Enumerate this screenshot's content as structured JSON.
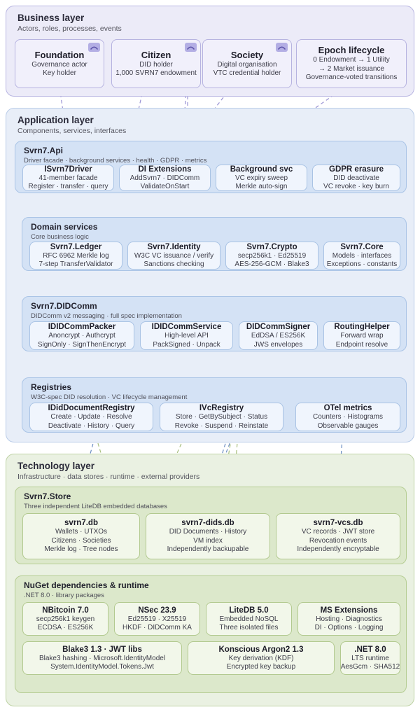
{
  "diagram": {
    "colors": {
      "business_bg": "#ecebf8",
      "business_border": "#b9b6e2",
      "application_bg": "#e8eef8",
      "application_border": "#b9cce8",
      "technology_bg": "#eaf1e2",
      "technology_border": "#bfd3a6",
      "arrow_blue": "#6d8fc4",
      "arrow_purple": "#9a93d4",
      "arrow_green": "#a8bf7e"
    }
  },
  "business_layer": {
    "title": "Business layer",
    "subtitle": "Actors, roles, processes, events",
    "cards": [
      {
        "title": "Foundation",
        "lines": [
          "Governance actor",
          "Key holder"
        ],
        "icon": "arc-icon"
      },
      {
        "title": "Citizen",
        "lines": [
          "DID holder",
          "1,000 SVRN7 endowment"
        ],
        "icon": "arc-icon"
      },
      {
        "title": "Society",
        "lines": [
          "Digital organisation",
          "VTC credential holder"
        ],
        "icon": "arc-icon"
      },
      {
        "title": "Epoch lifecycle",
        "lines": [
          "0 Endowment → 1 Utility",
          "→ 2 Market issuance",
          "Governance-voted transitions"
        ],
        "icon": ""
      }
    ]
  },
  "application_layer": {
    "title": "Application layer",
    "subtitle": "Components, services, interfaces",
    "groups": [
      {
        "title": "Svrn7.Api",
        "subtitle": "Driver facade · background services · health · GDPR · metrics",
        "cards": [
          {
            "title": "ISvrn7Driver",
            "lines": [
              "41-member facade",
              "Register · transfer · query"
            ]
          },
          {
            "title": "DI Extensions",
            "lines": [
              "AddSvrn7 · DIDComm",
              "ValidateOnStart"
            ]
          },
          {
            "title": "Background svc",
            "lines": [
              "VC expiry sweep",
              "Merkle auto-sign"
            ]
          },
          {
            "title": "GDPR erasure",
            "lines": [
              "DID deactivate",
              "VC revoke · key burn"
            ]
          }
        ]
      },
      {
        "title": "Domain services",
        "subtitle": "Core business logic",
        "cards": [
          {
            "title": "Svrn7.Ledger",
            "lines": [
              "RFC 6962 Merkle log",
              "7-step TransferValidator"
            ]
          },
          {
            "title": "Svrn7.Identity",
            "lines": [
              "W3C VC issuance / verify",
              "Sanctions checking"
            ]
          },
          {
            "title": "Svrn7.Crypto",
            "lines": [
              "secp256k1 · Ed25519",
              "AES-256-GCM · Blake3"
            ]
          },
          {
            "title": "Svrn7.Core",
            "lines": [
              "Models · interfaces",
              "Exceptions · constants"
            ]
          }
        ]
      },
      {
        "title": "Svrn7.DIDComm",
        "subtitle": "DIDComm v2 messaging · full spec implementation",
        "cards": [
          {
            "title": "IDIDCommPacker",
            "lines": [
              "Anoncrypt · Authcrypt",
              "SignOnly · SignThenEncrypt"
            ]
          },
          {
            "title": "IDIDCommService",
            "lines": [
              "High-level API",
              "PackSigned · Unpack"
            ]
          },
          {
            "title": "DIDCommSigner",
            "lines": [
              "EdDSA / ES256K",
              "JWS envelopes"
            ]
          },
          {
            "title": "RoutingHelper",
            "lines": [
              "Forward wrap",
              "Endpoint resolve"
            ]
          }
        ]
      },
      {
        "title": "Registries",
        "subtitle": "W3C-spec DID resolution · VC lifecycle management",
        "cards": [
          {
            "title": "IDidDocumentRegistry",
            "lines": [
              "Create · Update · Resolve",
              "Deactivate · History · Query"
            ]
          },
          {
            "title": "IVcRegistry",
            "lines": [
              "Store · GetBySubject · Status",
              "Revoke · Suspend · Reinstate"
            ]
          },
          {
            "title": "OTel metrics",
            "lines": [
              "Counters · Histograms",
              "Observable gauges"
            ]
          }
        ]
      }
    ]
  },
  "technology_layer": {
    "title": "Technology layer",
    "subtitle": "Infrastructure · data stores · runtime · external providers",
    "groups": [
      {
        "title": "Svrn7.Store",
        "subtitle": "Three independent LiteDB embedded databases",
        "cards": [
          {
            "title": "svrn7.db",
            "lines": [
              "Wallets · UTXOs",
              "Citizens · Societies",
              "Merkle log · Tree nodes"
            ]
          },
          {
            "title": "svrn7-dids.db",
            "lines": [
              "DID Documents · History",
              "VM index",
              "Independently backupable"
            ]
          },
          {
            "title": "svrn7-vcs.db",
            "lines": [
              "VC records · JWT store",
              "Revocation events",
              "Independently encryptable"
            ]
          }
        ]
      },
      {
        "title": "NuGet dependencies & runtime",
        "subtitle": ".NET 8.0 · library packages",
        "cards": [
          {
            "title": "NBitcoin 7.0",
            "lines": [
              "secp256k1 keygen",
              "ECDSA · ES256K"
            ]
          },
          {
            "title": "NSec 23.9",
            "lines": [
              "Ed25519 · X25519",
              "HKDF · DIDComm KA"
            ]
          },
          {
            "title": "LiteDB 5.0",
            "lines": [
              "Embedded NoSQL",
              "Three isolated files"
            ]
          },
          {
            "title": "MS Extensions",
            "lines": [
              "Hosting · Diagnostics",
              "DI · Options · Logging"
            ]
          },
          {
            "title": "Blake3 1.3 · JWT libs",
            "lines": [
              "Blake3 hashing · Microsoft.IdentityModel",
              "System.IdentityModel.Tokens.Jwt"
            ]
          },
          {
            "title": "Konscious Argon2 1.3",
            "lines": [
              "Key derivation (KDF)",
              "Encrypted key backup"
            ]
          },
          {
            "title": ".NET 8.0",
            "lines": [
              "LTS runtime",
              "AesGcm · SHA512"
            ]
          }
        ]
      }
    ]
  }
}
